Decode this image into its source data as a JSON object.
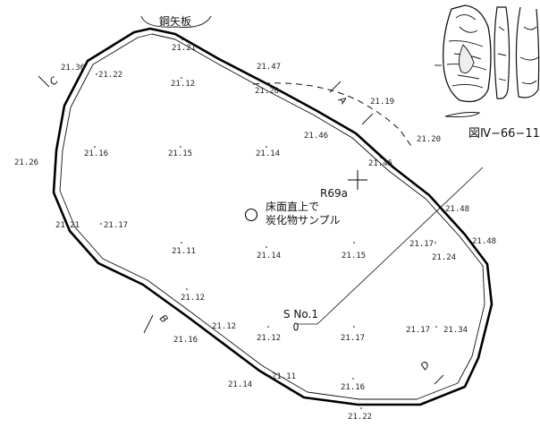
{
  "plate_label": "鋼矢板",
  "figure_caption": "図Ⅳ−66−11",
  "grid_point": "R69a",
  "legend_line1": "床面直上で",
  "legend_line2": "炭化物サンプル",
  "sample_label": "S No.1",
  "sections": [
    "A",
    "B",
    "C",
    "D"
  ],
  "elevations": [
    "21.21",
    "21.36",
    "21.22",
    "21.12",
    "21.47",
    "21.20",
    "21.19",
    "21.46",
    "21.20",
    "21.45",
    "21.26",
    "21.16",
    "21.15",
    "21.14",
    "21.48",
    "21.21",
    "21.17",
    "21.11",
    "21.14",
    "21.15",
    "21.17",
    "21.24",
    "21.48",
    "21.12",
    "21.12",
    "21.16",
    "21.12",
    "21.17",
    "21.17",
    "21.34",
    "21.14",
    "21.11",
    "21.16",
    "21.22"
  ]
}
